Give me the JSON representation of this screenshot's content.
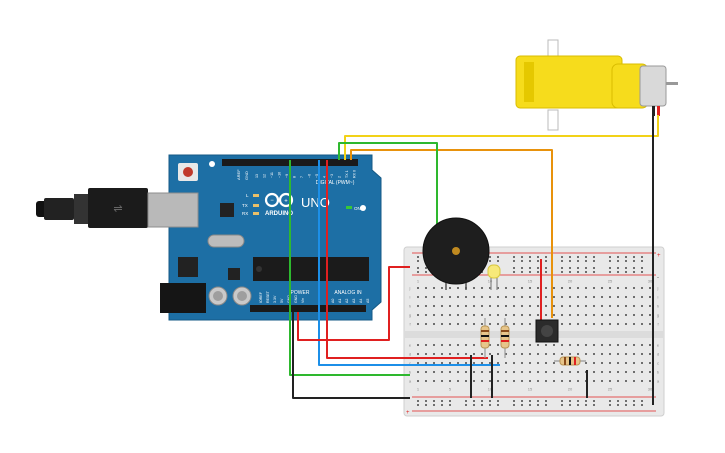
{
  "board": {
    "brand": "ARDUINO",
    "model": "UNO",
    "digital_label": "DIGITAL (PWM~)",
    "power_label": "POWER",
    "analog_label": "ANALOG IN",
    "on_label": "ON",
    "l_label": "L",
    "tx_label": "TX",
    "rx_label": "RX",
    "aref_label": "AREF",
    "gnd_label": "GND",
    "digital_pins": [
      "13",
      "12",
      "~11",
      "~10",
      "~9",
      "8",
      "7",
      "~6",
      "~5",
      "4",
      "~3",
      "2",
      "TX 1",
      "RX 0"
    ],
    "power_pins": [
      "IOREF",
      "RESET",
      "3.3V",
      "5V",
      "GND",
      "GND",
      "Vin"
    ],
    "analog_pins": [
      "A0",
      "A1",
      "A2",
      "A3",
      "A4",
      "A5"
    ]
  },
  "breadboard": {
    "rows_top": [
      "j",
      "i",
      "h",
      "g",
      "f"
    ],
    "rows_bottom": [
      "e",
      "d",
      "c",
      "b",
      "a"
    ],
    "col_labels": [
      "1",
      "5",
      "10",
      "15",
      "20",
      "25",
      "30"
    ],
    "rail_plus": "+",
    "rail_minus": "-"
  },
  "colors": {
    "wire_red": "#e02020",
    "wire_green": "#2eb82e",
    "wire_blue": "#1c8fe8",
    "wire_black": "#222222",
    "wire_yellow": "#f2d218",
    "wire_orange": "#e8920c",
    "board_blue": "#1d6fa5",
    "motor_yellow": "#f6dc1c"
  }
}
